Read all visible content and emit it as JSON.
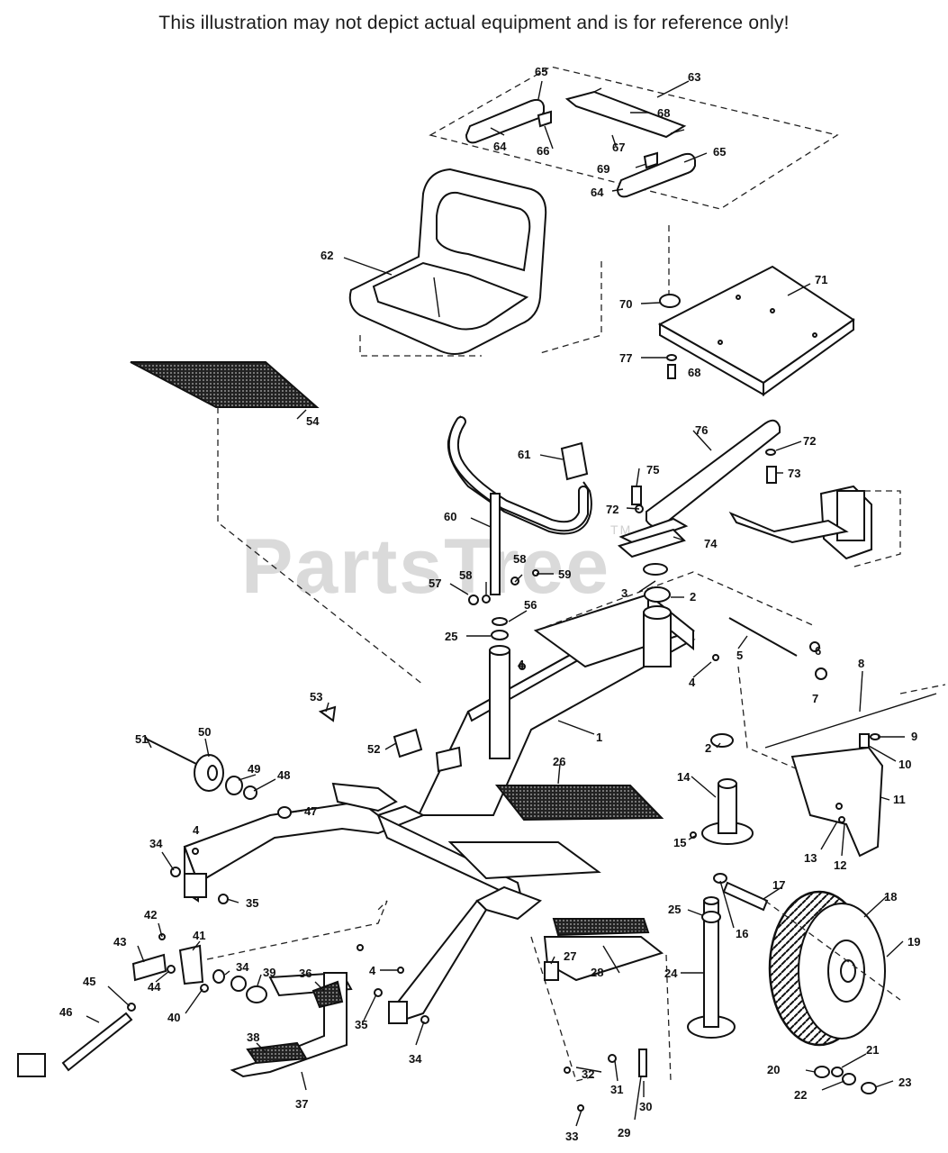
{
  "disclaimer": "This illustration may not depict actual equipment and is for reference only!",
  "watermark": {
    "text": "PartsTree",
    "tm": "TM"
  },
  "labels": [
    "1",
    "2",
    "2",
    "3",
    "4",
    "4",
    "4",
    "4",
    "5",
    "6",
    "7",
    "8",
    "9",
    "10",
    "11",
    "12",
    "13",
    "14",
    "15",
    "16",
    "17",
    "18",
    "19",
    "20",
    "21",
    "22",
    "23",
    "24",
    "25",
    "25",
    "26",
    "27",
    "28",
    "29",
    "30",
    "31",
    "32",
    "33",
    "34",
    "34",
    "34",
    "35",
    "35",
    "36",
    "37",
    "38",
    "39",
    "40",
    "41",
    "42",
    "43",
    "44",
    "45",
    "46",
    "47",
    "48",
    "49",
    "50",
    "51",
    "52",
    "53",
    "54",
    "56",
    "57",
    "58",
    "58",
    "59",
    "60",
    "61",
    "62",
    "63",
    "64",
    "64",
    "65",
    "65",
    "66",
    "67",
    "68",
    "68",
    "69",
    "70",
    "71",
    "72",
    "72",
    "73",
    "74",
    "75",
    "76",
    "77"
  ]
}
